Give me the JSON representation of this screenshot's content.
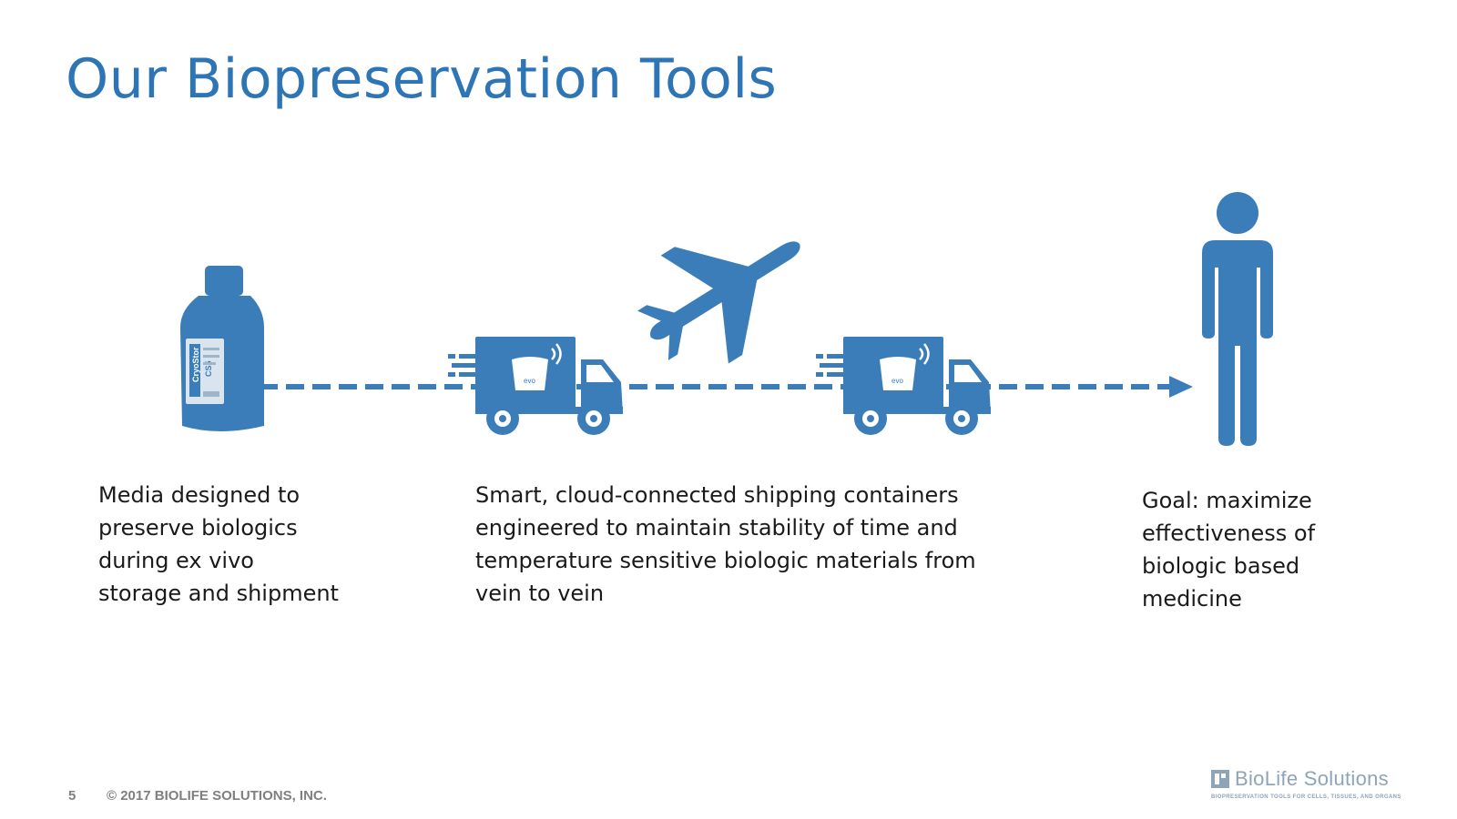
{
  "slide": {
    "title": "Our Biopreservation Tools",
    "accent_color": "#2e75b6",
    "icon_color": "#3a7db8"
  },
  "flow": {
    "icons": [
      "bottle-icon",
      "truck-icon",
      "airplane-icon",
      "truck-icon",
      "person-icon"
    ],
    "bottle_labels": [
      "CryoStor",
      "CS5"
    ],
    "truck_badge": "evo"
  },
  "captions": {
    "media": [
      "Media designed to",
      "preserve biologics",
      "during ex vivo",
      "storage and shipment"
    ],
    "shipping": [
      "Smart, cloud-connected shipping containers",
      "engineered to maintain stability of time and",
      "temperature sensitive biologic materials from",
      "vein to vein"
    ],
    "goal": [
      "Goal: maximize",
      "effectiveness of",
      "biologic based",
      "medicine"
    ]
  },
  "footer": {
    "page_number": "5",
    "copyright": "© 2017 BIOLIFE SOLUTIONS, INC.",
    "logo_name": "BioLife Solutions",
    "logo_tagline": "BIOPRESERVATION TOOLS FOR CELLS, TISSUES, AND ORGANS"
  }
}
